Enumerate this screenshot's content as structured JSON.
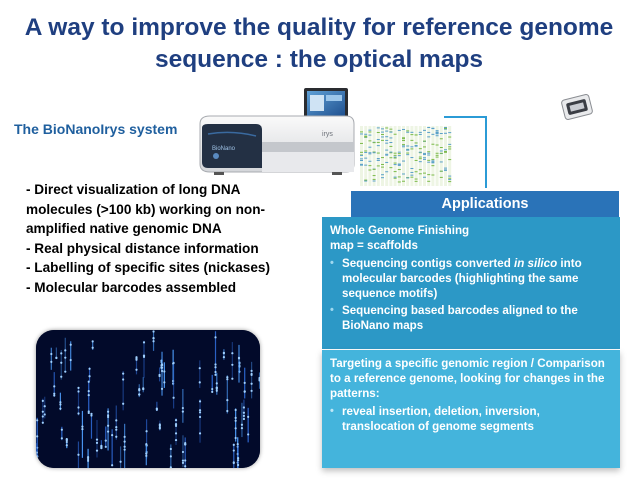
{
  "title": {
    "line1": "A way to improve  the quality for reference genome",
    "line2": "sequence : the optical maps"
  },
  "subtitle": "The BioNanoIrys system",
  "instrument": {
    "brand_label": "irys"
  },
  "bullets": [
    "- Direct visualization of long DNA",
    "molecules (>100 kb) working on non-",
    "amplified native genomic DNA",
    "- Real physical distance information",
    "- Labelling of specific sites (nickases)",
    "- Molecular barcodes assembled"
  ],
  "applications": {
    "header": "Applications",
    "box1": {
      "heading": "Whole Genome Finishing",
      "subheading": "map = scaffolds",
      "items": [
        {
          "before": "Sequencing contigs converted ",
          "italic": "in silico",
          "after": " into molecular barcodes (highlighting the same sequence motifs)"
        },
        {
          "text": "Sequencing based barcodes aligned to the BioNano maps"
        }
      ]
    },
    "box2": {
      "heading": "Targeting a specific genomic region / Comparison to a reference genome, looking for changes in the patterns:",
      "items": [
        {
          "text": "reveal insertion, deletion, inversion, translocation of genome segments"
        }
      ]
    }
  },
  "colors": {
    "title": "#1f3f80",
    "subtitle": "#1f5f9e",
    "apps_header": "#2a73b8",
    "box1": "#2c98c6",
    "box2": "#44b4dc",
    "dna_bg": "#020a2a"
  }
}
